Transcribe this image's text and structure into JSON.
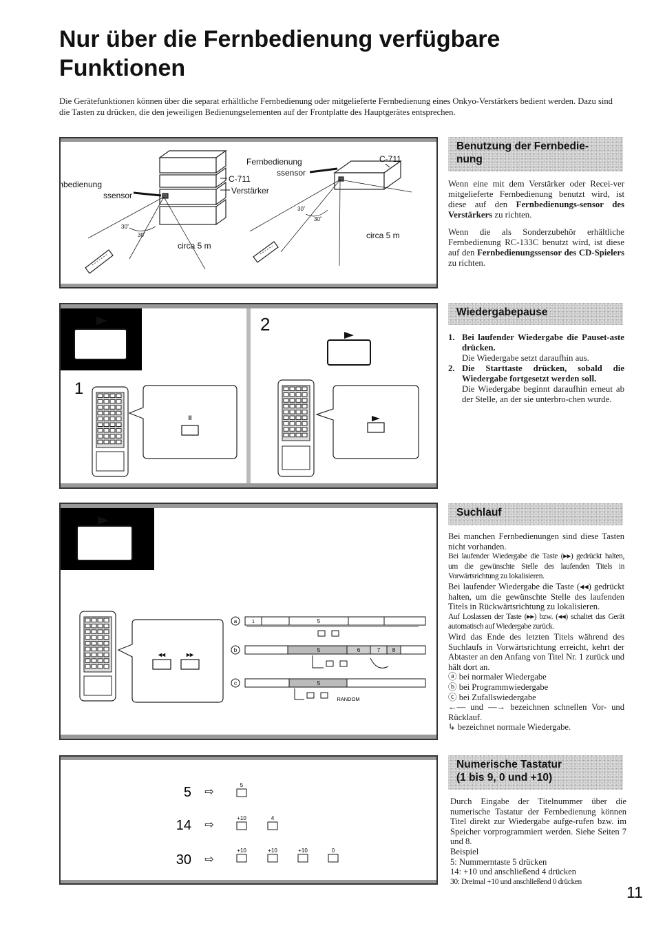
{
  "page": {
    "title": "Nur über die Fernbedienung verfügbare Funktionen",
    "intro": "Die Gerätefunktionen können über die separat erhältliche Fernbedienung oder mitgelieferte Fernbedienung eines Onkyo-Verstärkers bedient werden. Dazu sind die Tasten zu drücken, die den jeweiligen Bedienungselementen auf der Frontplatte des Hauptgerätes entsprechen.",
    "page_number": "11"
  },
  "figure_remote": {
    "remote_sensor": "Fernbedienung ssensor",
    "remote_sensor_line1": "Fernbedienung",
    "remote_sensor_line2": "ssensor",
    "c711": "C-711",
    "amplifier": "Verstärker",
    "distance": "circa 5 m",
    "angle": "30°",
    "angle_marker": "30˚"
  },
  "section_remote": {
    "header": "Benutzung der Fernbedie-nung",
    "header_line1": "Benutzung der Fernbedie-",
    "header_line2": "nung",
    "p1_pre": "Wenn eine mit dem Verstärker oder Recei-ver mitgelieferte Fernbedienung benutzt wird, ist diese auf den ",
    "p1_bold": "Fernbedienungs-sensor des Verstärkers",
    "p1_post": " zu richten.",
    "p2_pre": "Wenn die als Sonderzubehör erhältliche Fernbedienung RC-133C benutzt wird, ist diese auf den ",
    "p2_bold": "Fernbedienungssensor des CD-Spielers",
    "p2_post": " zu richten."
  },
  "figure_pause": {
    "step1": "1",
    "step2": "2",
    "pause_symbol": "II"
  },
  "section_pause": {
    "header": "Wiedergabepause",
    "steps": [
      {
        "num": "1.",
        "bold": "Bei laufender Wiedergabe die Pauset-aste drücken.",
        "text": "Die Wiedergabe setzt daraufhin aus."
      },
      {
        "num": "2.",
        "bold": "Die Starttaste drücken, sobald die Wiedergabe fortgesetzt werden soll.",
        "text": "Die Wiedergabe beginnt daraufhin erneut ab der Stelle, an der sie unterbro-chen wurde."
      }
    ]
  },
  "figure_scan": {
    "mode_a": "a",
    "mode_b": "b",
    "mode_c": "c",
    "track_1": "1",
    "track_5": "5",
    "track_6": "6",
    "track_7": "7",
    "track_8": "8",
    "random": "RANDOM"
  },
  "section_scan": {
    "header": "Suchlauf",
    "lines": [
      "Bei manchen Fernbedienungen sind diese Tasten nicht vorhanden.",
      "Bei laufender Wiedergabe die Taste (▸▸) gedrückt halten, um die gewünschte Stelle des laufenden Titels in Vorwärtsrichtung zu lokalisieren.",
      "Bei laufender Wiedergabe die Taste (◂◂) gedrückt halten, um die gewünschte Stelle des laufenden Titels in Rückwärtsrichtung zu lokalisieren.",
      "Auf Loslassen der Taste (▸▸) bzw. (◂◂) schaltet das Gerät automatisch auf Wiedergabe zurück.",
      "Wird das Ende des letzten Titels während des Suchlaufs in Vorwärtsrichtung erreicht, kehrt der Abtaster an den Anfang von Titel Nr. 1 zurück und hält dort an.",
      "ⓐ bei normaler Wiedergabe",
      "ⓑ bei Programmwiedergabe",
      "ⓒ bei Zufallswiedergabe",
      "←— und —→ bezeichnen schnellen Vor- und Rücklauf.",
      "↳ bezeichnet normale Wiedergabe."
    ]
  },
  "figure_numeric": {
    "rows": [
      {
        "target": "5",
        "keys": [
          "5"
        ]
      },
      {
        "target": "14",
        "keys": [
          "+10",
          "4"
        ]
      },
      {
        "target": "30",
        "keys": [
          "+10",
          "+10",
          "+10",
          "0"
        ]
      }
    ],
    "arrow": "⇨"
  },
  "section_numeric": {
    "header": "Numerische Tastatur (1 bis 9, 0 und +10)",
    "header_line1": "Numerische Tastatur",
    "header_line2": "(1 bis 9, 0 und +10)",
    "lines": [
      "Durch Eingabe der Titelnummer über die numerische Tastatur der Fernbedienung können Titel direkt zur Wiedergabe aufge-rufen bzw. im Speicher vorprogrammiert werden. Siehe Seiten 7 und 8.",
      "Beispiel",
      "5: Nummerntaste 5 drücken",
      "14: +10 und anschließend 4 drücken",
      "30: Dreimal +10 und anschließend 0 drücken"
    ]
  }
}
